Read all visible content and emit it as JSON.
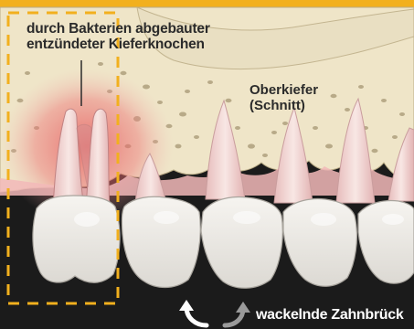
{
  "labels": {
    "bacteria_line1": "durch Bakterien abgebauter",
    "bacteria_line2": "entzündeter Kieferknochen",
    "jaw_line1": "Oberkiefer",
    "jaw_line2": "(Schnitt)",
    "bridge": "wackelnde Zahnbrück"
  },
  "colors": {
    "top_band": "#f2b01e",
    "background": "#1b1b1b",
    "bone": "#efe5c8",
    "bone_pores": "#8c7a55",
    "gum": "#f2b8b8",
    "inflammation": "#e5484e",
    "tooth": "#f4f2ee",
    "dashed_frame": "#f2b01e",
    "arrow": "#ffffff"
  }
}
